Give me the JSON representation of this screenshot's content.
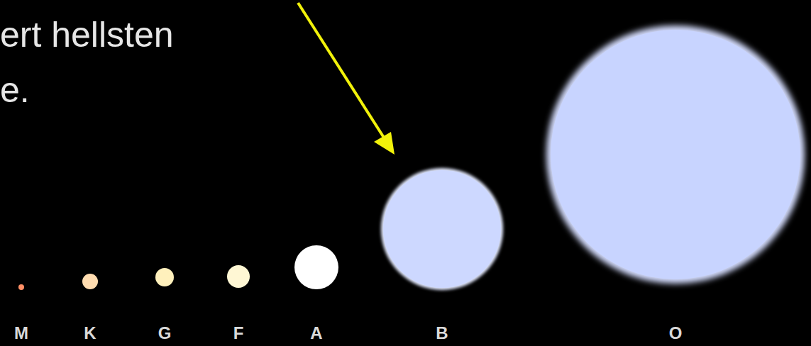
{
  "diagram": {
    "labels": [
      "ert hellsten",
      "e.",
      "M",
      "K",
      "G",
      "F",
      "A",
      "B",
      "O"
    ]
  }
}
